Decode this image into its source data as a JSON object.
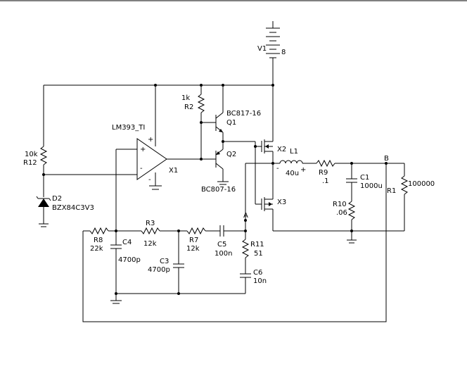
{
  "colors": {
    "wire": "#000000",
    "background": "#ffffff"
  },
  "components": {
    "V1": {
      "ref": "V1",
      "value": "8"
    },
    "R2": {
      "ref": "R2",
      "value": "1k"
    },
    "Q1": {
      "ref": "Q1",
      "model": "BC817-16"
    },
    "Q2": {
      "ref": "Q2",
      "model": "BC807-16"
    },
    "X1": {
      "ref": "X1",
      "model": "LM393_TI",
      "plus": "+",
      "minus": "-"
    },
    "X2": {
      "ref": "X2"
    },
    "X3": {
      "ref": "X3"
    },
    "L1": {
      "ref": "L1",
      "value": "40u",
      "minus": "-",
      "plus": "+"
    },
    "R9": {
      "ref": "R9",
      "value": ".1"
    },
    "C1": {
      "ref": "C1",
      "value": "1000u"
    },
    "R10": {
      "ref": "R10",
      "value": ".06"
    },
    "R1": {
      "ref": "R1",
      "value": "100000"
    },
    "R12": {
      "ref": "R12",
      "value": "10k"
    },
    "D2": {
      "ref": "D2",
      "model": "BZX84C3V3"
    },
    "R8": {
      "ref": "R8",
      "value": "22k"
    },
    "C4": {
      "ref": "C4",
      "value": "4700p"
    },
    "R3": {
      "ref": "R3",
      "value": "12k"
    },
    "C3": {
      "ref": "C3",
      "value": "4700p"
    },
    "R7": {
      "ref": "R7",
      "value": "12k"
    },
    "C5": {
      "ref": "C5",
      "value": "100n"
    },
    "R11": {
      "ref": "R11",
      "value": "51"
    },
    "C6": {
      "ref": "C6",
      "value": "10n"
    }
  },
  "nodes": {
    "A": "A",
    "B": "B"
  }
}
